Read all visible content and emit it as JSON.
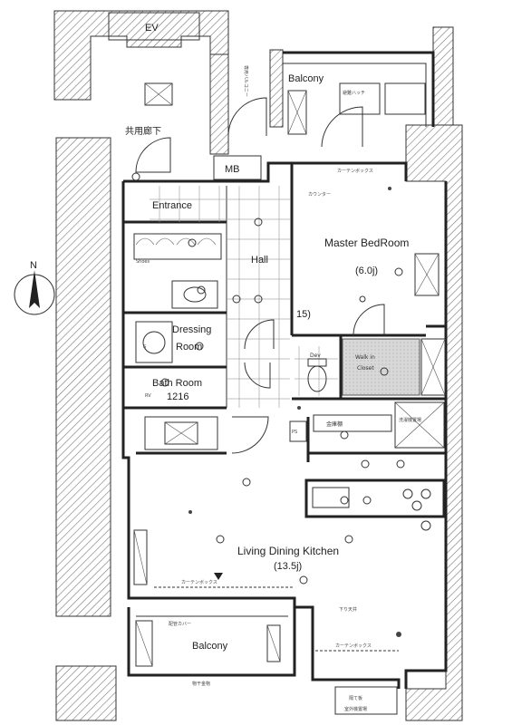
{
  "labels": {
    "ev": "EV",
    "balcony_top": "Balcony",
    "common_corridor": "共用廊下",
    "mb": "MB",
    "entrance": "Entrance",
    "hall": "Hall",
    "master_bedroom": "Master BedRoom",
    "master_bedroom_size": "(6.0j)",
    "dressing_room_1": "Dressing",
    "dressing_room_2": "Room",
    "bath_room_1": "Bath Room",
    "bath_room_2": "1216",
    "walk_in_closet_1": "Walk in",
    "walk_in_closet_2": "Closet",
    "ldk": "Living Dining Kitchen",
    "ldk_size": "(13.5j)",
    "balcony_bottom": "Balcony",
    "north": "N",
    "ceiling_height_mark": "15)",
    "ps": "PS",
    "shoes": "Shoes",
    "sink_label": "S",
    "rv": "RV",
    "dev": "Dev"
  },
  "notes": {
    "private_balcony_v": "専用バルコニー",
    "counter": "カウンター",
    "curtain_box_top": "カーテンボックス",
    "curtain_box_mid": "カーテンボックス",
    "curtain_box_bottom": "カーテンボックス",
    "pipe_cover": "配管カバー",
    "storage": "物干金物",
    "ceiling_note": "下り天井",
    "safe_box": "金庫棚",
    "washer_pan": "洗濯機置場",
    "eave_note": "避難ハッチ",
    "partition": "隔て板",
    "outdoor_unit": "室外機置場"
  },
  "colors": {
    "wall": "#222222",
    "hatch": "#888888",
    "closet_fill": "#dcdcdc"
  }
}
